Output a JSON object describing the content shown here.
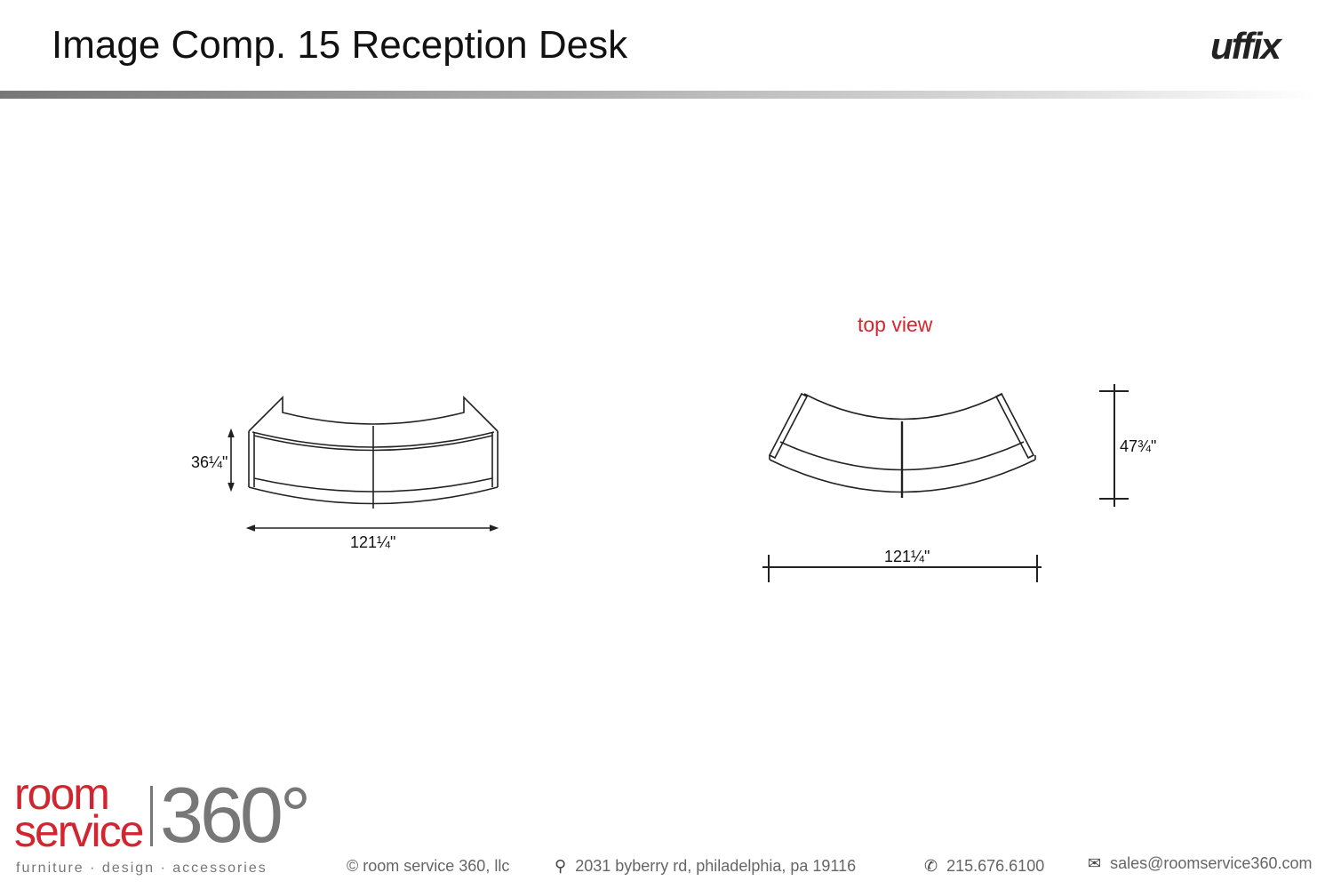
{
  "header": {
    "title": "Image Comp. 15 Reception Desk",
    "brand": "uffix"
  },
  "drawing": {
    "front_height": "36¼\"",
    "front_width": "121¼\"",
    "top_view_label": "top view",
    "top_depth": "47¾\"",
    "top_width": "121¼\""
  },
  "footer": {
    "logo_line1": "room",
    "logo_line2": "service",
    "logo_num": "360°",
    "tagline": "furniture  ·  design  ·  accessories",
    "copyright": "© room service 360, llc",
    "address": "2031 byberry rd, philadelphia, pa 19116",
    "phone": "215.676.6100",
    "email": "sales@roomservice360.com"
  }
}
